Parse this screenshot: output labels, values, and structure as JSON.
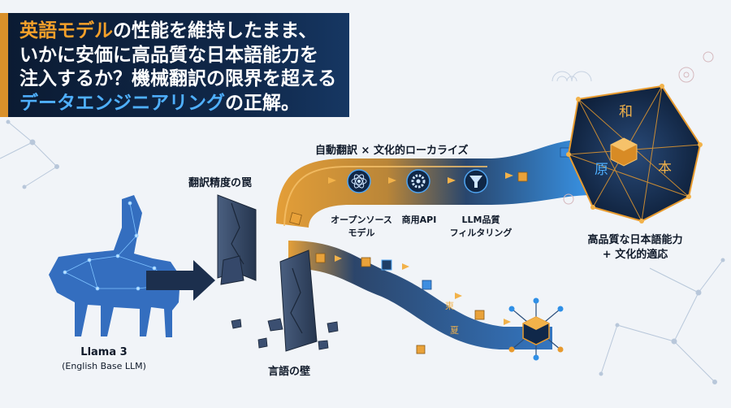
{
  "title": {
    "line1": {
      "orange": "英語モデル",
      "rest": "の性能を維持したまま、"
    },
    "line2": "いかに安価に高品質な日本語能力を",
    "line3": "注入するか？機械翻訳の限界を超える",
    "line4": {
      "blue": "データエンジニアリング",
      "rest": "の正解。"
    }
  },
  "labels": {
    "llama_name": "Llama 3",
    "llama_sub": "(English Base LLM)",
    "trap": "翻訳精度の罠",
    "wall": "言語の壁",
    "upper_path": "自動翻訳 × 文化的ローカライズ",
    "step_opensource": "オープンソース\nモデル",
    "step_api": "商用API",
    "step_filter": "LLM品質\nフィルタリング",
    "result_line1": "高品質な日本語能力",
    "result_line2": "+ 文化的適応"
  },
  "glyphs": {
    "kanji_wa": "和",
    "kanji_gen": "原",
    "kanji_hon": "本",
    "flow_a": "東",
    "flow_b": "夏"
  },
  "colors": {
    "navy": "#0f2748",
    "orange": "#e79a2e",
    "blue": "#2f8fe6",
    "network_blue": "#3d7fd6"
  }
}
